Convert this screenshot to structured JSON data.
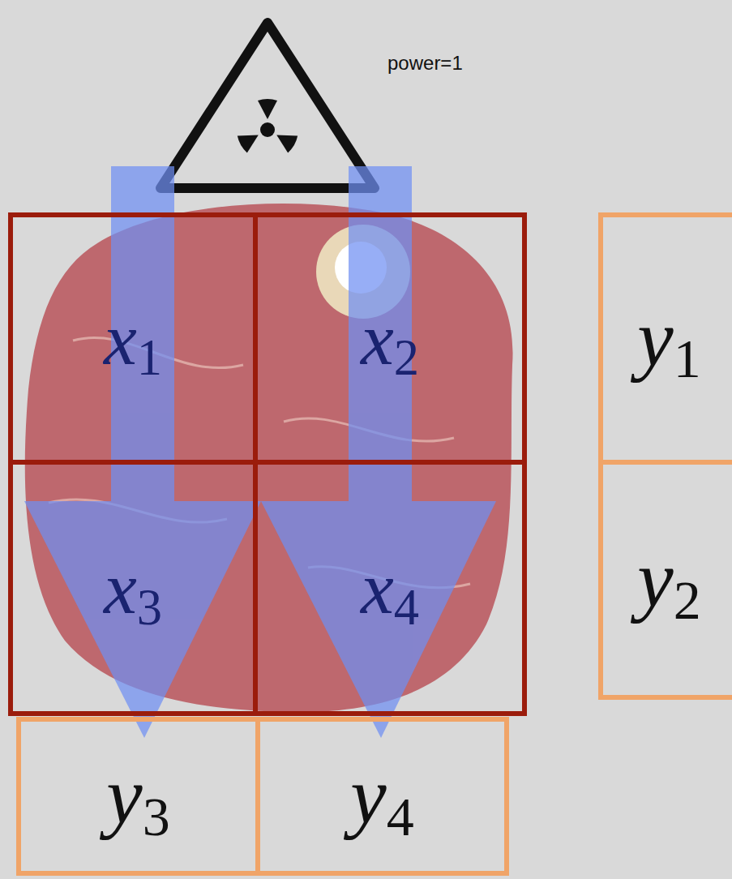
{
  "diagram": {
    "nodes": [
      {
        "text": [
          "x1"
        ]
      },
      {
        "text": [
          "x2"
        ]
      },
      {
        "text": [
          "x3"
        ]
      },
      {
        "text": [
          "x4"
        ]
      },
      {
        "text": [
          "y1"
        ]
      },
      {
        "text": [
          "y2"
        ]
      },
      {
        "text": [
          "y3"
        ]
      },
      {
        "text": [
          "y4"
        ]
      }
    ],
    "labels": [
      "power=1"
    ]
  }
}
